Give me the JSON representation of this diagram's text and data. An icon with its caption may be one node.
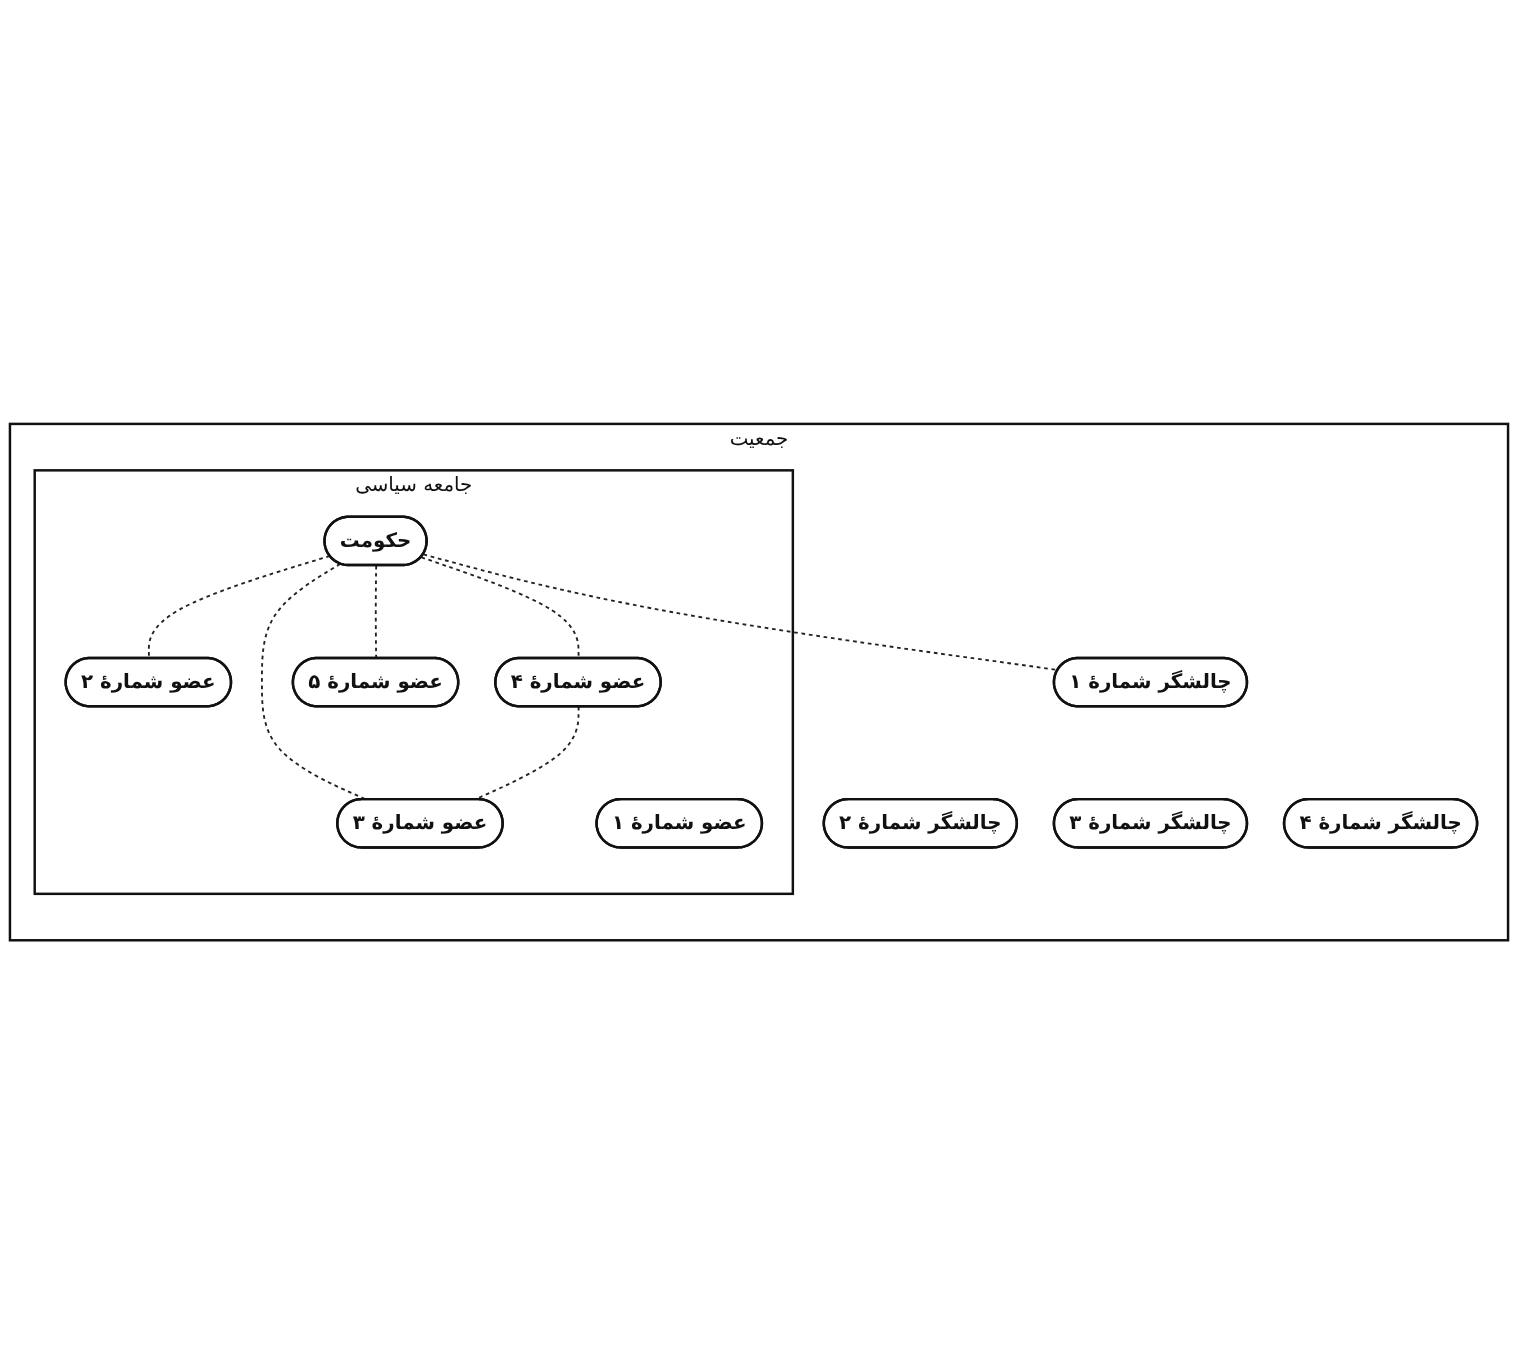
{
  "diagram": {
    "nodes": [
      {
        "text": [
          "جمعیت"
        ]
      },
      {
        "text": [
          "جامعه سیاسی"
        ],
        "in": 0
      },
      {
        "text": [
          "حکومت"
        ],
        "in": 1
      },
      {
        "text": [
          "عضو شمارهٔ ۱"
        ],
        "in": 1
      },
      {
        "text": [
          "عضو شمارهٔ ۵"
        ],
        "in": 1
      },
      {
        "text": [
          "چالشگر شمارهٔ ۱"
        ],
        "in": 0
      },
      {
        "text": [
          "عضو شمارهٔ ۲"
        ],
        "in": 1
      },
      {
        "text": [
          "عضو شمارهٔ ۴"
        ],
        "in": 1
      },
      {
        "text": [
          "عضو شمارهٔ ۳"
        ],
        "in": 1
      },
      {
        "text": [
          "چالشگر شمارهٔ ۲"
        ],
        "in": 0
      },
      {
        "text": [
          "چالشگر شمارهٔ ۳"
        ],
        "in": 0
      },
      {
        "text": [
          "چالشگر شمارهٔ ۴"
        ],
        "in": 0
      }
    ],
    "edges": [
      {
        "from": 2,
        "to": 5,
        "arrow": "none",
        "style": "dashed"
      },
      {
        "from": 2,
        "to": 6,
        "arrow": "none",
        "style": "dashed"
      },
      {
        "from": 2,
        "to": 8,
        "arrow": "none",
        "style": "dashed"
      },
      {
        "from": 2,
        "to": 7,
        "arrow": "none",
        "style": "dashed"
      },
      {
        "from": 2,
        "to": 4,
        "arrow": "none",
        "style": "dashed"
      },
      {
        "from": 7,
        "to": 8,
        "arrow": "none",
        "style": "dashed"
      }
    ]
  }
}
